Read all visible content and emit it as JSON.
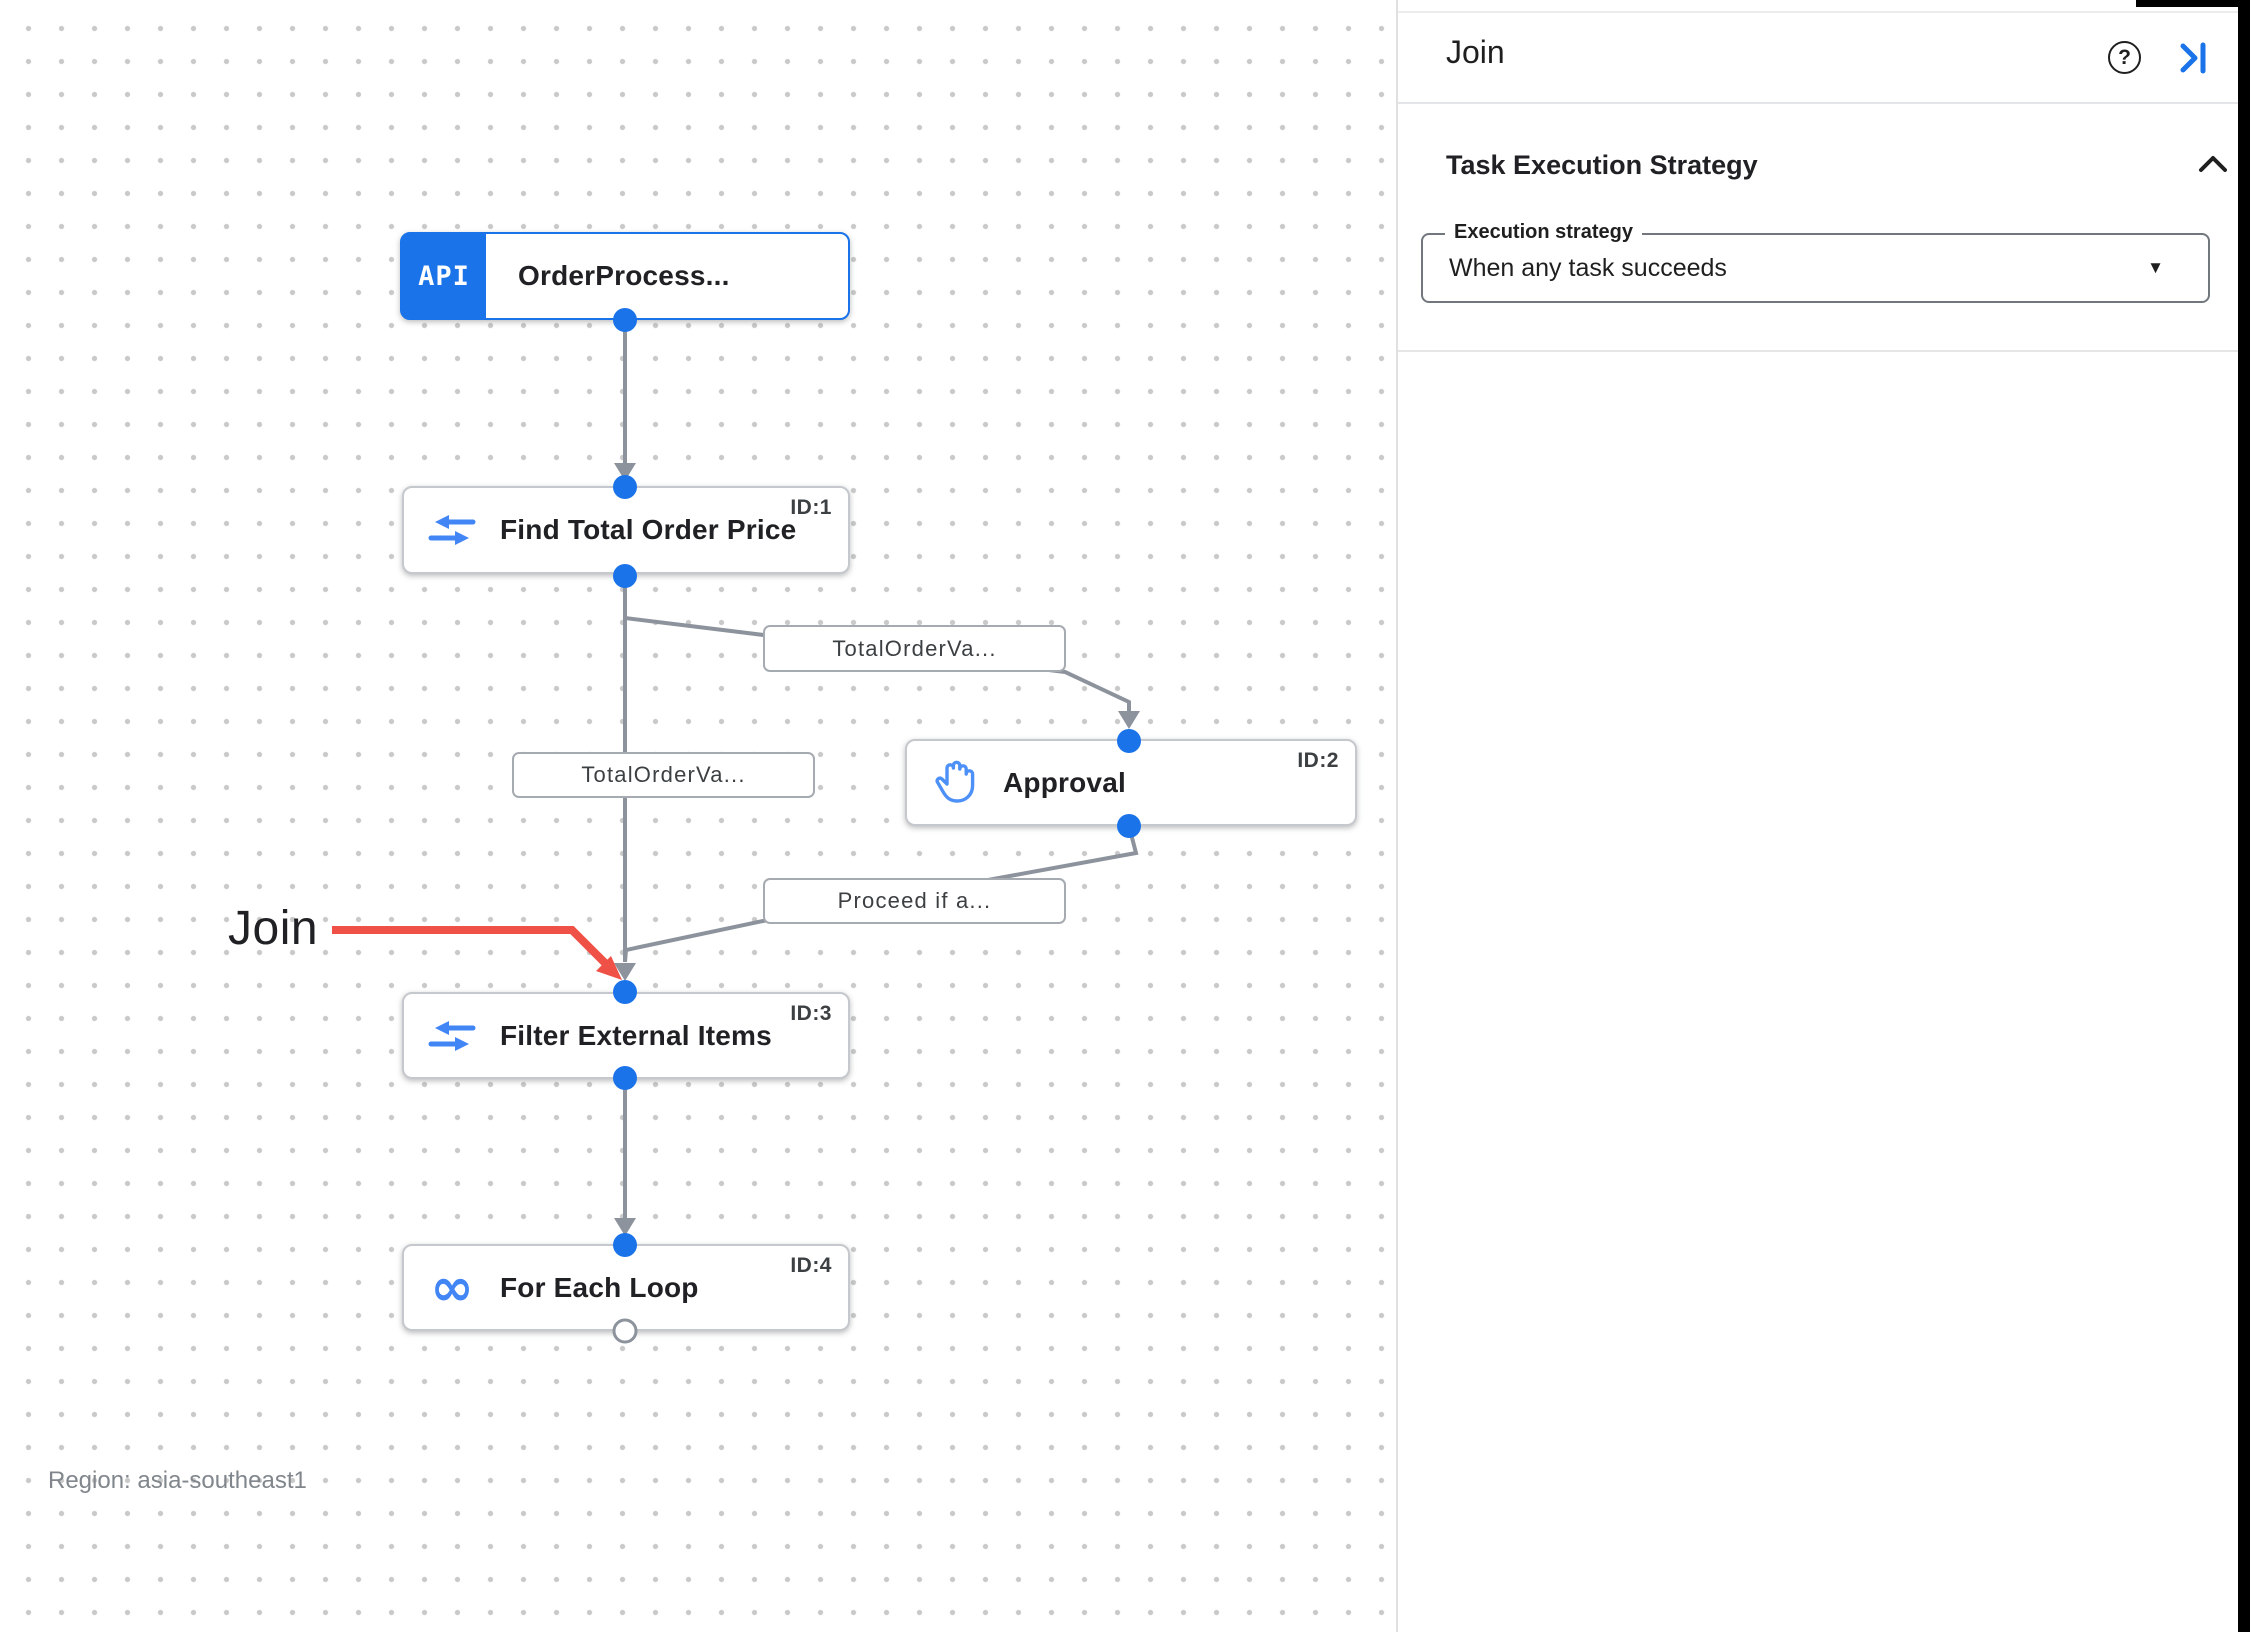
{
  "canvas": {
    "annotation_label": "Join",
    "region_note": "Region: asia-southeast1",
    "nodes": [
      {
        "badge": "API",
        "title": "OrderProcess...",
        "id_label": ""
      },
      {
        "title": "Find Total Order Price",
        "id_label": "ID:1"
      },
      {
        "title": "Approval",
        "id_label": "ID:2"
      },
      {
        "title": "Filter External Items",
        "id_label": "ID:3"
      },
      {
        "title": "For Each Loop",
        "id_label": "ID:4",
        "loop_glyph": "∞"
      }
    ],
    "edge_labels": [
      "TotalOrderVa...",
      "TotalOrderVa...",
      "Proceed if a..."
    ]
  },
  "panel": {
    "title": "Join",
    "help_glyph": "?",
    "section_title": "Task Execution Strategy",
    "field_label": "Execution strategy",
    "field_value": "When any task succeeds",
    "caret_glyph": "▼"
  },
  "colors": {
    "accent_blue": "#1a73e8",
    "icon_blue": "#4285f4",
    "edge_gray": "#8d939c",
    "annotation_red": "#ef5146"
  }
}
